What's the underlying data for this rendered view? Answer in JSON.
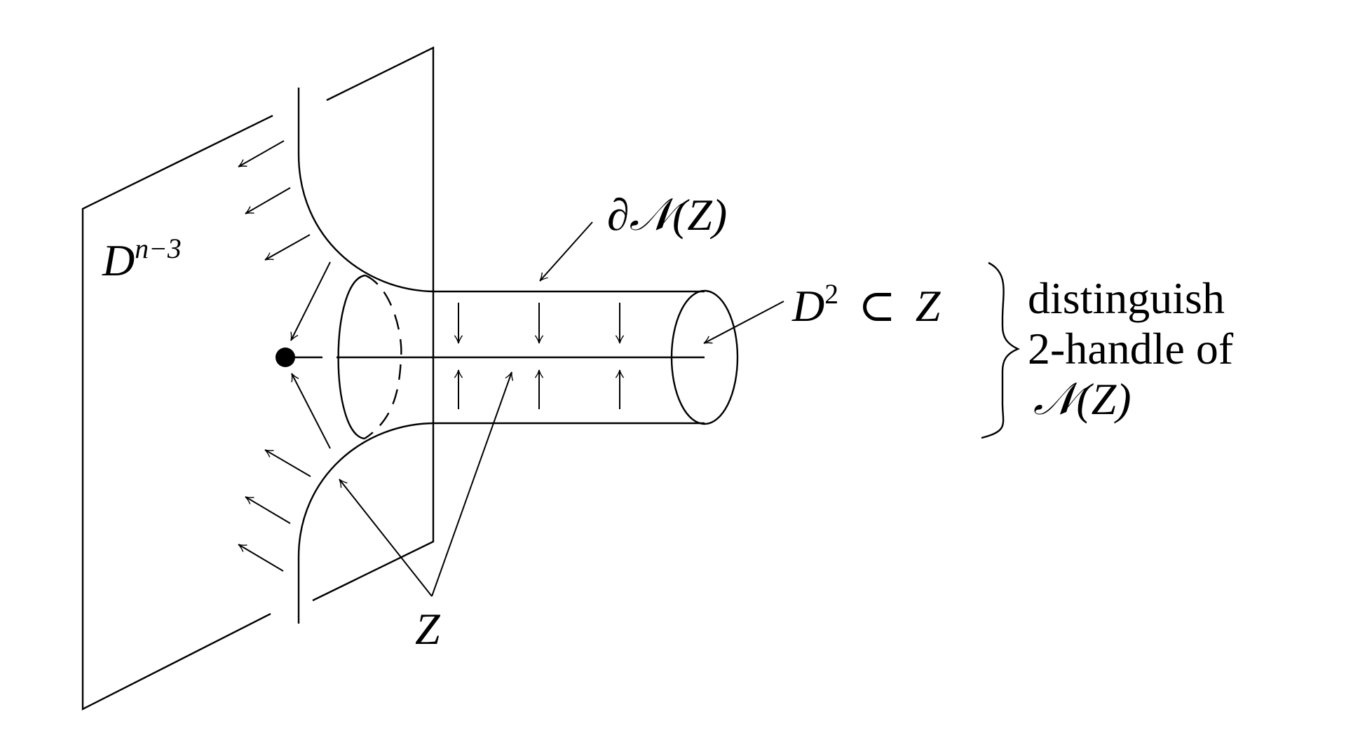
{
  "figure": {
    "type": "topology-diagram",
    "description": "Neighborhood of surface Z meeting disk D^{n-3}, with 2-handle of N(Z) distinguished"
  },
  "labels": {
    "disk": {
      "base": "D",
      "exp": "n−3"
    },
    "boundary_nbhd": {
      "partial": "∂",
      "calN": "𝒩",
      "arg": "(Z)"
    },
    "sub_disk": {
      "base": "D",
      "exp": "2",
      "rel": "⊂",
      "target": "Z"
    },
    "surface": "Z",
    "brace_note": {
      "line1": "distinguish",
      "line2": "2-handle of",
      "line3_calN": "𝒩",
      "line3_arg": "(Z)"
    }
  },
  "colors": {
    "stroke": "#000000",
    "background": "#ffffff"
  }
}
